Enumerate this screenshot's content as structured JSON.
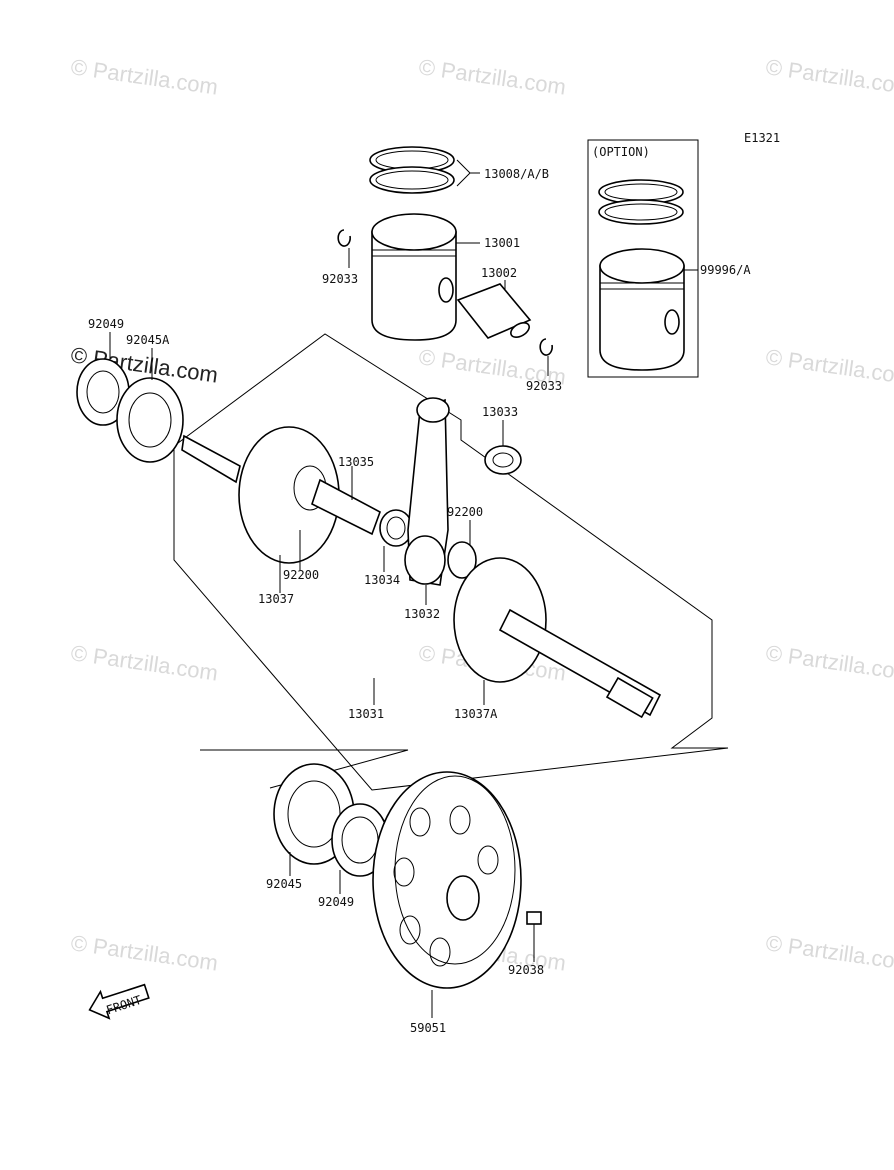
{
  "diagram": {
    "code": "E1321",
    "option_label": "(OPTION)",
    "front_label": "FRONT",
    "watermark": "© Partzilla.com",
    "parts": [
      "13008/A/B",
      "13001",
      "92033",
      "13002",
      "92033",
      "99996/A",
      "92049",
      "92045A",
      "13035",
      "13033",
      "92200",
      "92200",
      "13034",
      "13032",
      "13037",
      "13031",
      "13037A",
      "92045",
      "92049",
      "92038",
      "59051"
    ]
  }
}
